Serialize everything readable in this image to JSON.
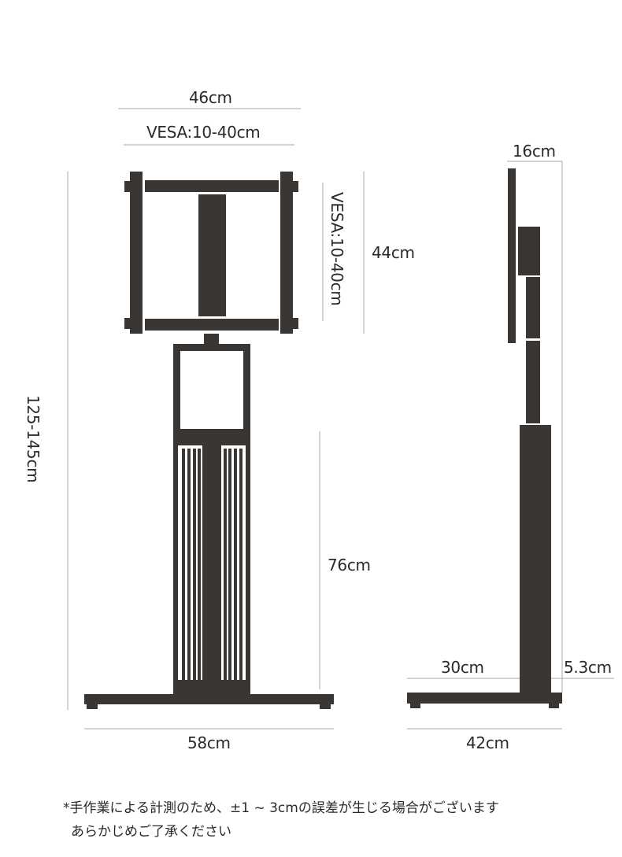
{
  "labels": {
    "width_46": "46cm",
    "vesa_top": "VESA:10-40cm",
    "vesa_side": "VESA:10-40cm",
    "height_44": "44cm",
    "height_total": "125-145cm",
    "height_76": "76cm",
    "base_58": "58cm",
    "depth_16": "16cm",
    "depth_30": "30cm",
    "thick_53": "5.3cm",
    "base_42": "42cm"
  },
  "note": {
    "line1": "*手作業による計測のため、±1 ~ 3cmの誤差が生じる場合がございます",
    "line2": "あらかじめご了承ください"
  },
  "colors": {
    "stand": "#3a3633",
    "line": "#aaaaaa"
  }
}
